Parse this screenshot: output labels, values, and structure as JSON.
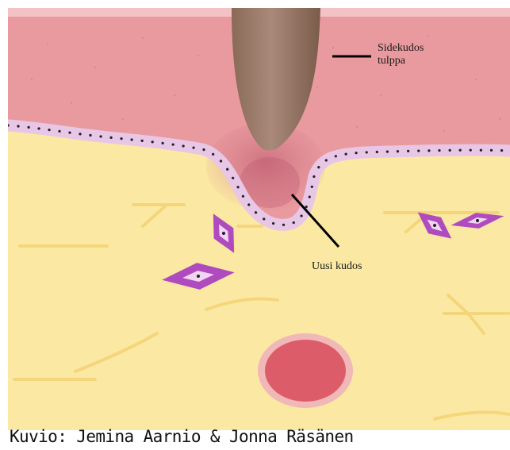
{
  "labels": {
    "plug_line1": "Sidekudos",
    "plug_line2": "tulppa",
    "new_tissue": "Uusi kudos"
  },
  "credit": "Kuvio: Jemina Aarnio & Jonna Räsänen",
  "colors": {
    "dermis_bg": "#fbe9a3",
    "epidermis": "#e99a9e",
    "epidermis_dark": "#c96e7d",
    "basal_layer": "#e8c6e6",
    "fibers": "#f5d47a",
    "fibroblast": "#b04abf",
    "vessel_fill": "#dd5c6a",
    "vessel_ring": "#f1b8b8",
    "plug": "#9a7a66"
  },
  "icons": {
    "fibroblast": "diamond-cell-icon",
    "vessel": "blood-vessel-icon",
    "plug": "connective-tissue-plug-icon"
  }
}
